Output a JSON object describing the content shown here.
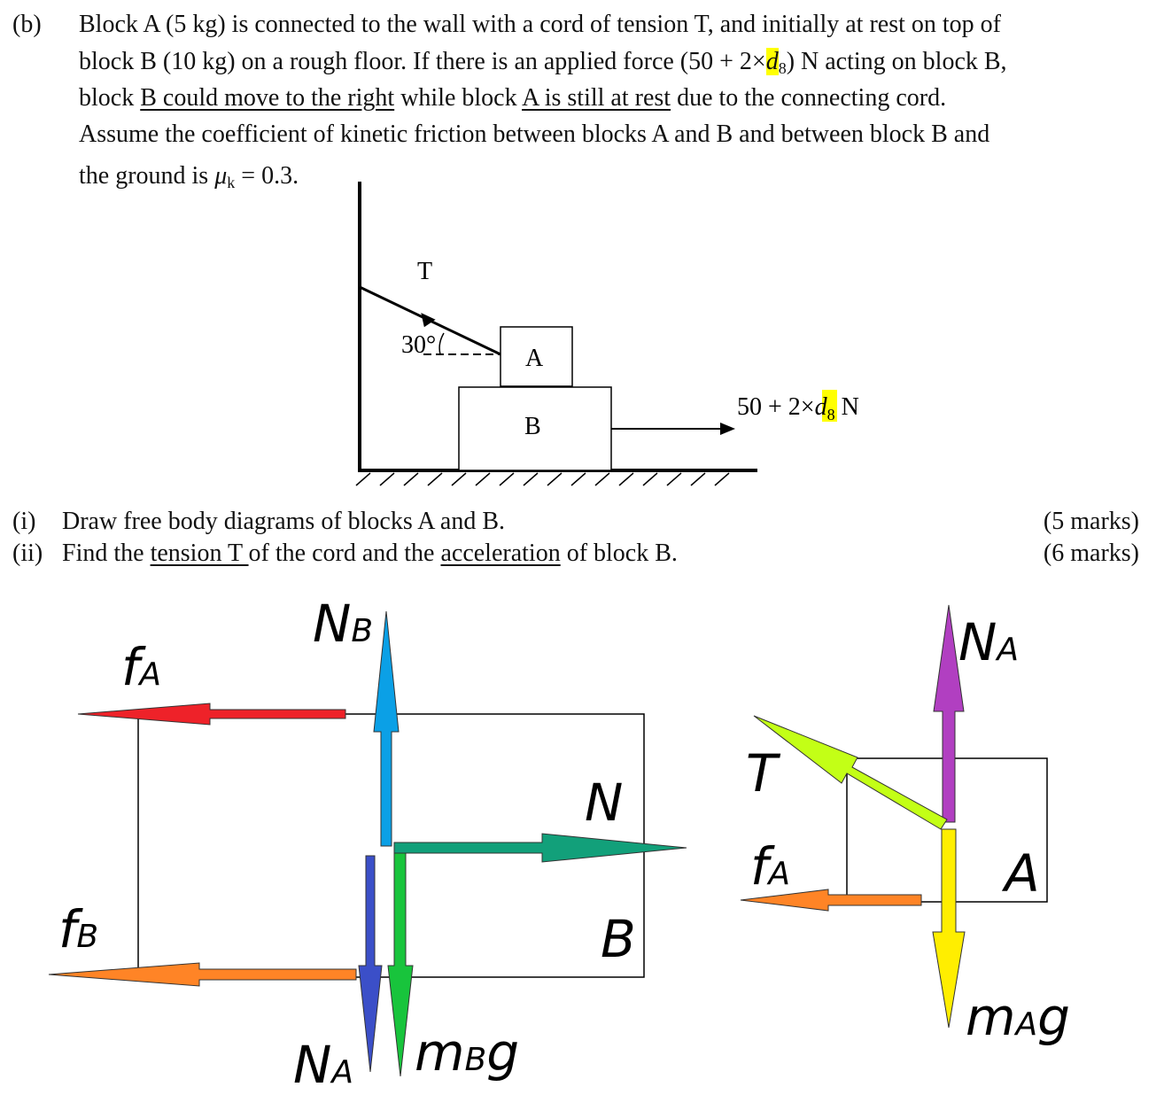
{
  "question": {
    "label": "(b)",
    "line1": "Block A (5 kg) is connected to the wall with a cord of tension T, and initially at rest on top of",
    "line2_a": "block B (10 kg) on a rough floor. If there is an applied force (50 + 2×",
    "line2_d": "d",
    "line2_sub": "8",
    "line2_b": ") N acting on block B,",
    "line3_a": "block ",
    "line3_u1": "B could move to the right",
    "line3_b": " while block ",
    "line3_u2": "A is still at rest",
    "line3_c": " due to the connecting cord.",
    "line4": "Assume the coefficient of kinetic friction between blocks A and B and between block B and",
    "line5_a": "the ground is ",
    "line5_mu": "μ",
    "line5_sub": "k",
    "line5_b": " = 0.3."
  },
  "diagram": {
    "tension_label": "T",
    "angle_label": "30°",
    "block_a": "A",
    "block_b": "B",
    "force_a": "50 + 2×",
    "force_d": "d",
    "force_sub": "8",
    "force_b": " N",
    "highlight_color": "#ffff00"
  },
  "tasks": [
    {
      "num": "(i)",
      "text_a": "Draw free body diagrams of blocks A and B.",
      "marks": "(5 marks)"
    },
    {
      "num": "(ii)",
      "text_a": "Find the ",
      "u1": "tension T ",
      "text_b": "of the cord and the ",
      "u2": "acceleration",
      "text_c": " of block B.",
      "marks": "(6 marks)"
    }
  ],
  "fbd_b": {
    "block": "B",
    "NB": {
      "main": "N",
      "sub": "B"
    },
    "fA": {
      "main": "f",
      "sub": "A"
    },
    "N": {
      "main": "N"
    },
    "fB": {
      "main": "f",
      "sub": "B"
    },
    "NA": {
      "main": "N",
      "sub": "A"
    },
    "mBg": {
      "main": "m",
      "sub": "B",
      "tail": "g"
    }
  },
  "fbd_a": {
    "block": "A",
    "NA": {
      "main": "N",
      "sub": "A"
    },
    "T": {
      "main": "T"
    },
    "fA": {
      "main": "f",
      "sub": "A"
    },
    "mAg": {
      "main": "m",
      "sub": "A",
      "tail": "g"
    }
  },
  "colors": {
    "red": "#ee2229",
    "blue": "#0ba0e6",
    "teal": "#12a07a",
    "navy": "#3b4fc8",
    "green": "#18c43c",
    "orange": "#ff8426",
    "purple": "#b13fc1",
    "lime": "#c3ff16",
    "yellow": "#ffee00"
  }
}
